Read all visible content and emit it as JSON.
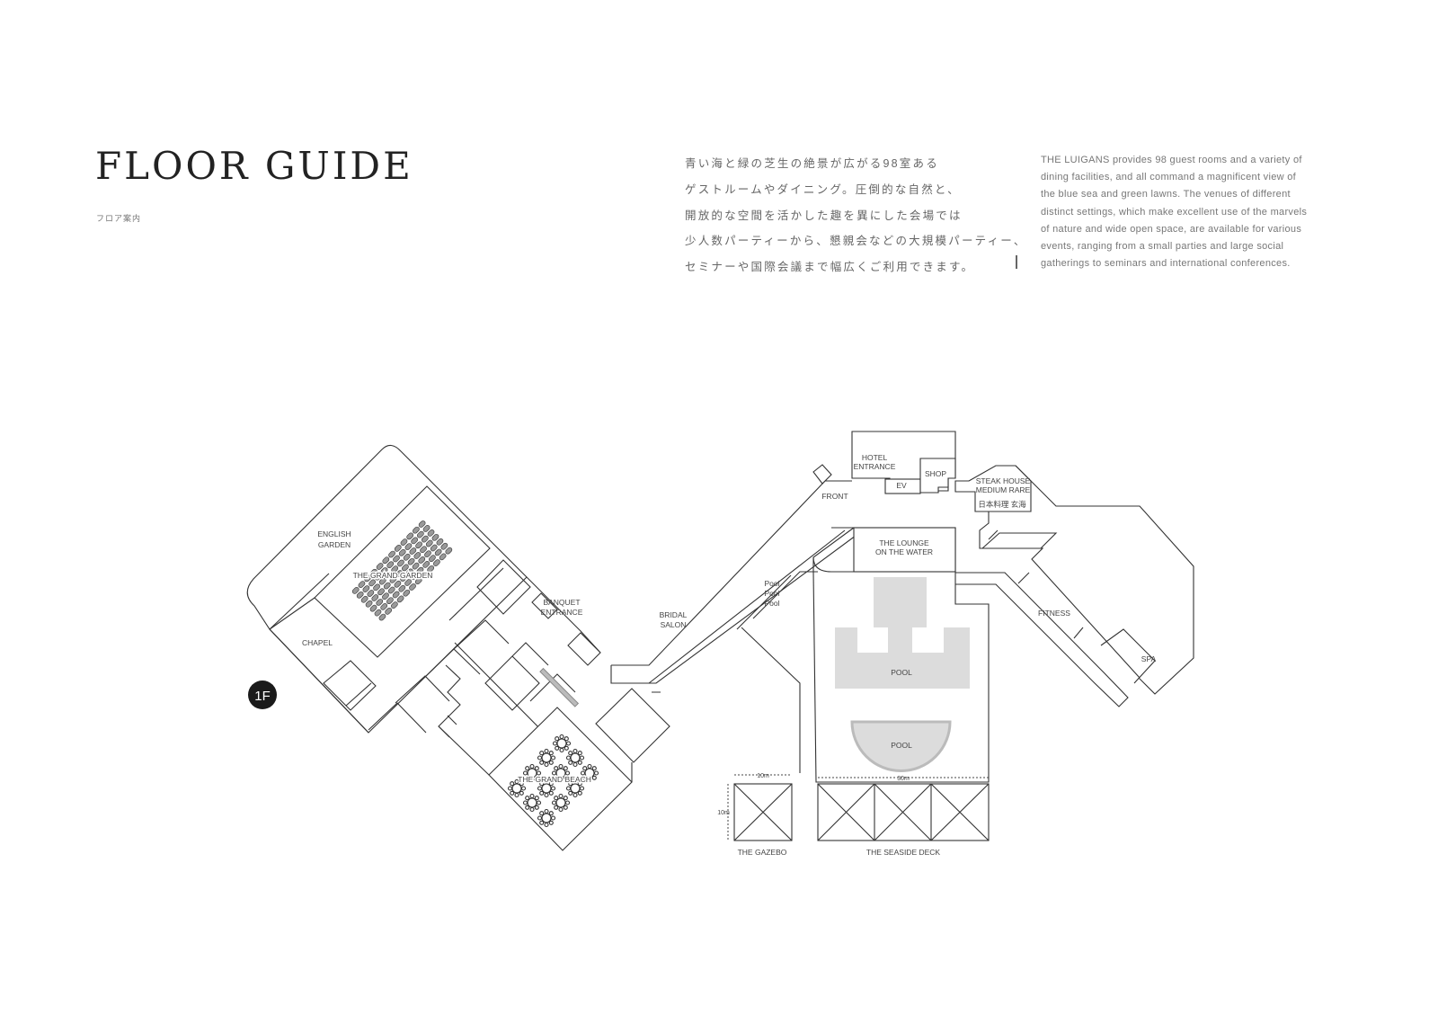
{
  "header": {
    "title": "FLOOR GUIDE",
    "subtitle": "フロア案内"
  },
  "intro_jp": [
    "青い海と緑の芝生の絶景が広がる98室ある",
    "ゲストルームやダイニング。圧倒的な自然と、",
    "開放的な空間を活かした趣を異にした会場では",
    "少人数パーティーから、懇親会などの大規模パーティー、",
    "セミナーや国際会議まで幅広くご利用できます。"
  ],
  "intro_en": [
    "THE LUIGANS provides 98 guest rooms and a variety of",
    "dining facilities, and all command a magnificent view of",
    "the blue sea and green lawns. The venues of different",
    "distinct settings, which make excellent use of the marvels",
    "of nature and wide open space, are available for various",
    "events, ranging from a small parties and large social",
    "gatherings to seminars and international conferences."
  ],
  "map": {
    "floor": "1F",
    "labels": {
      "english_garden_1": "ENGLISH",
      "english_garden_2": "GARDEN",
      "grand_garden": "THE GRAND GARDEN",
      "chapel": "CHAPEL",
      "banquet_1": "BANQUET",
      "banquet_2": "ENTRANCE",
      "grand_beach": "THE GRAND BEACH",
      "bridal_1": "BRIDAL",
      "bridal_2": "SALON",
      "front": "FRONT",
      "hotel_1": "HOTEL",
      "hotel_2": "ENTRANCE",
      "ev": "EV",
      "shop": "SHOP",
      "steak_1": "STEAK HOUSE",
      "steak_2": "MEDIUM RARE",
      "japanese": "日本料理 玄海",
      "lounge_1": "THE LOUNGE",
      "lounge_2": "ON THE WATER",
      "pool_a": "Pool",
      "pool_b": "Pool",
      "pool_c": "Pool",
      "pool_main": "POOL",
      "pool_round": "POOL",
      "fitness": "FITNESS",
      "spa": "SPA",
      "gazebo": "THE GAZEBO",
      "seaside_deck": "THE SEASIDE DECK",
      "gazebo_width": "10m",
      "gazebo_depth": "10m",
      "deck_width": "30m"
    }
  },
  "colors": {
    "pool": "#dcdcdc",
    "badge": "#1a1a1a",
    "line": "#333333"
  }
}
